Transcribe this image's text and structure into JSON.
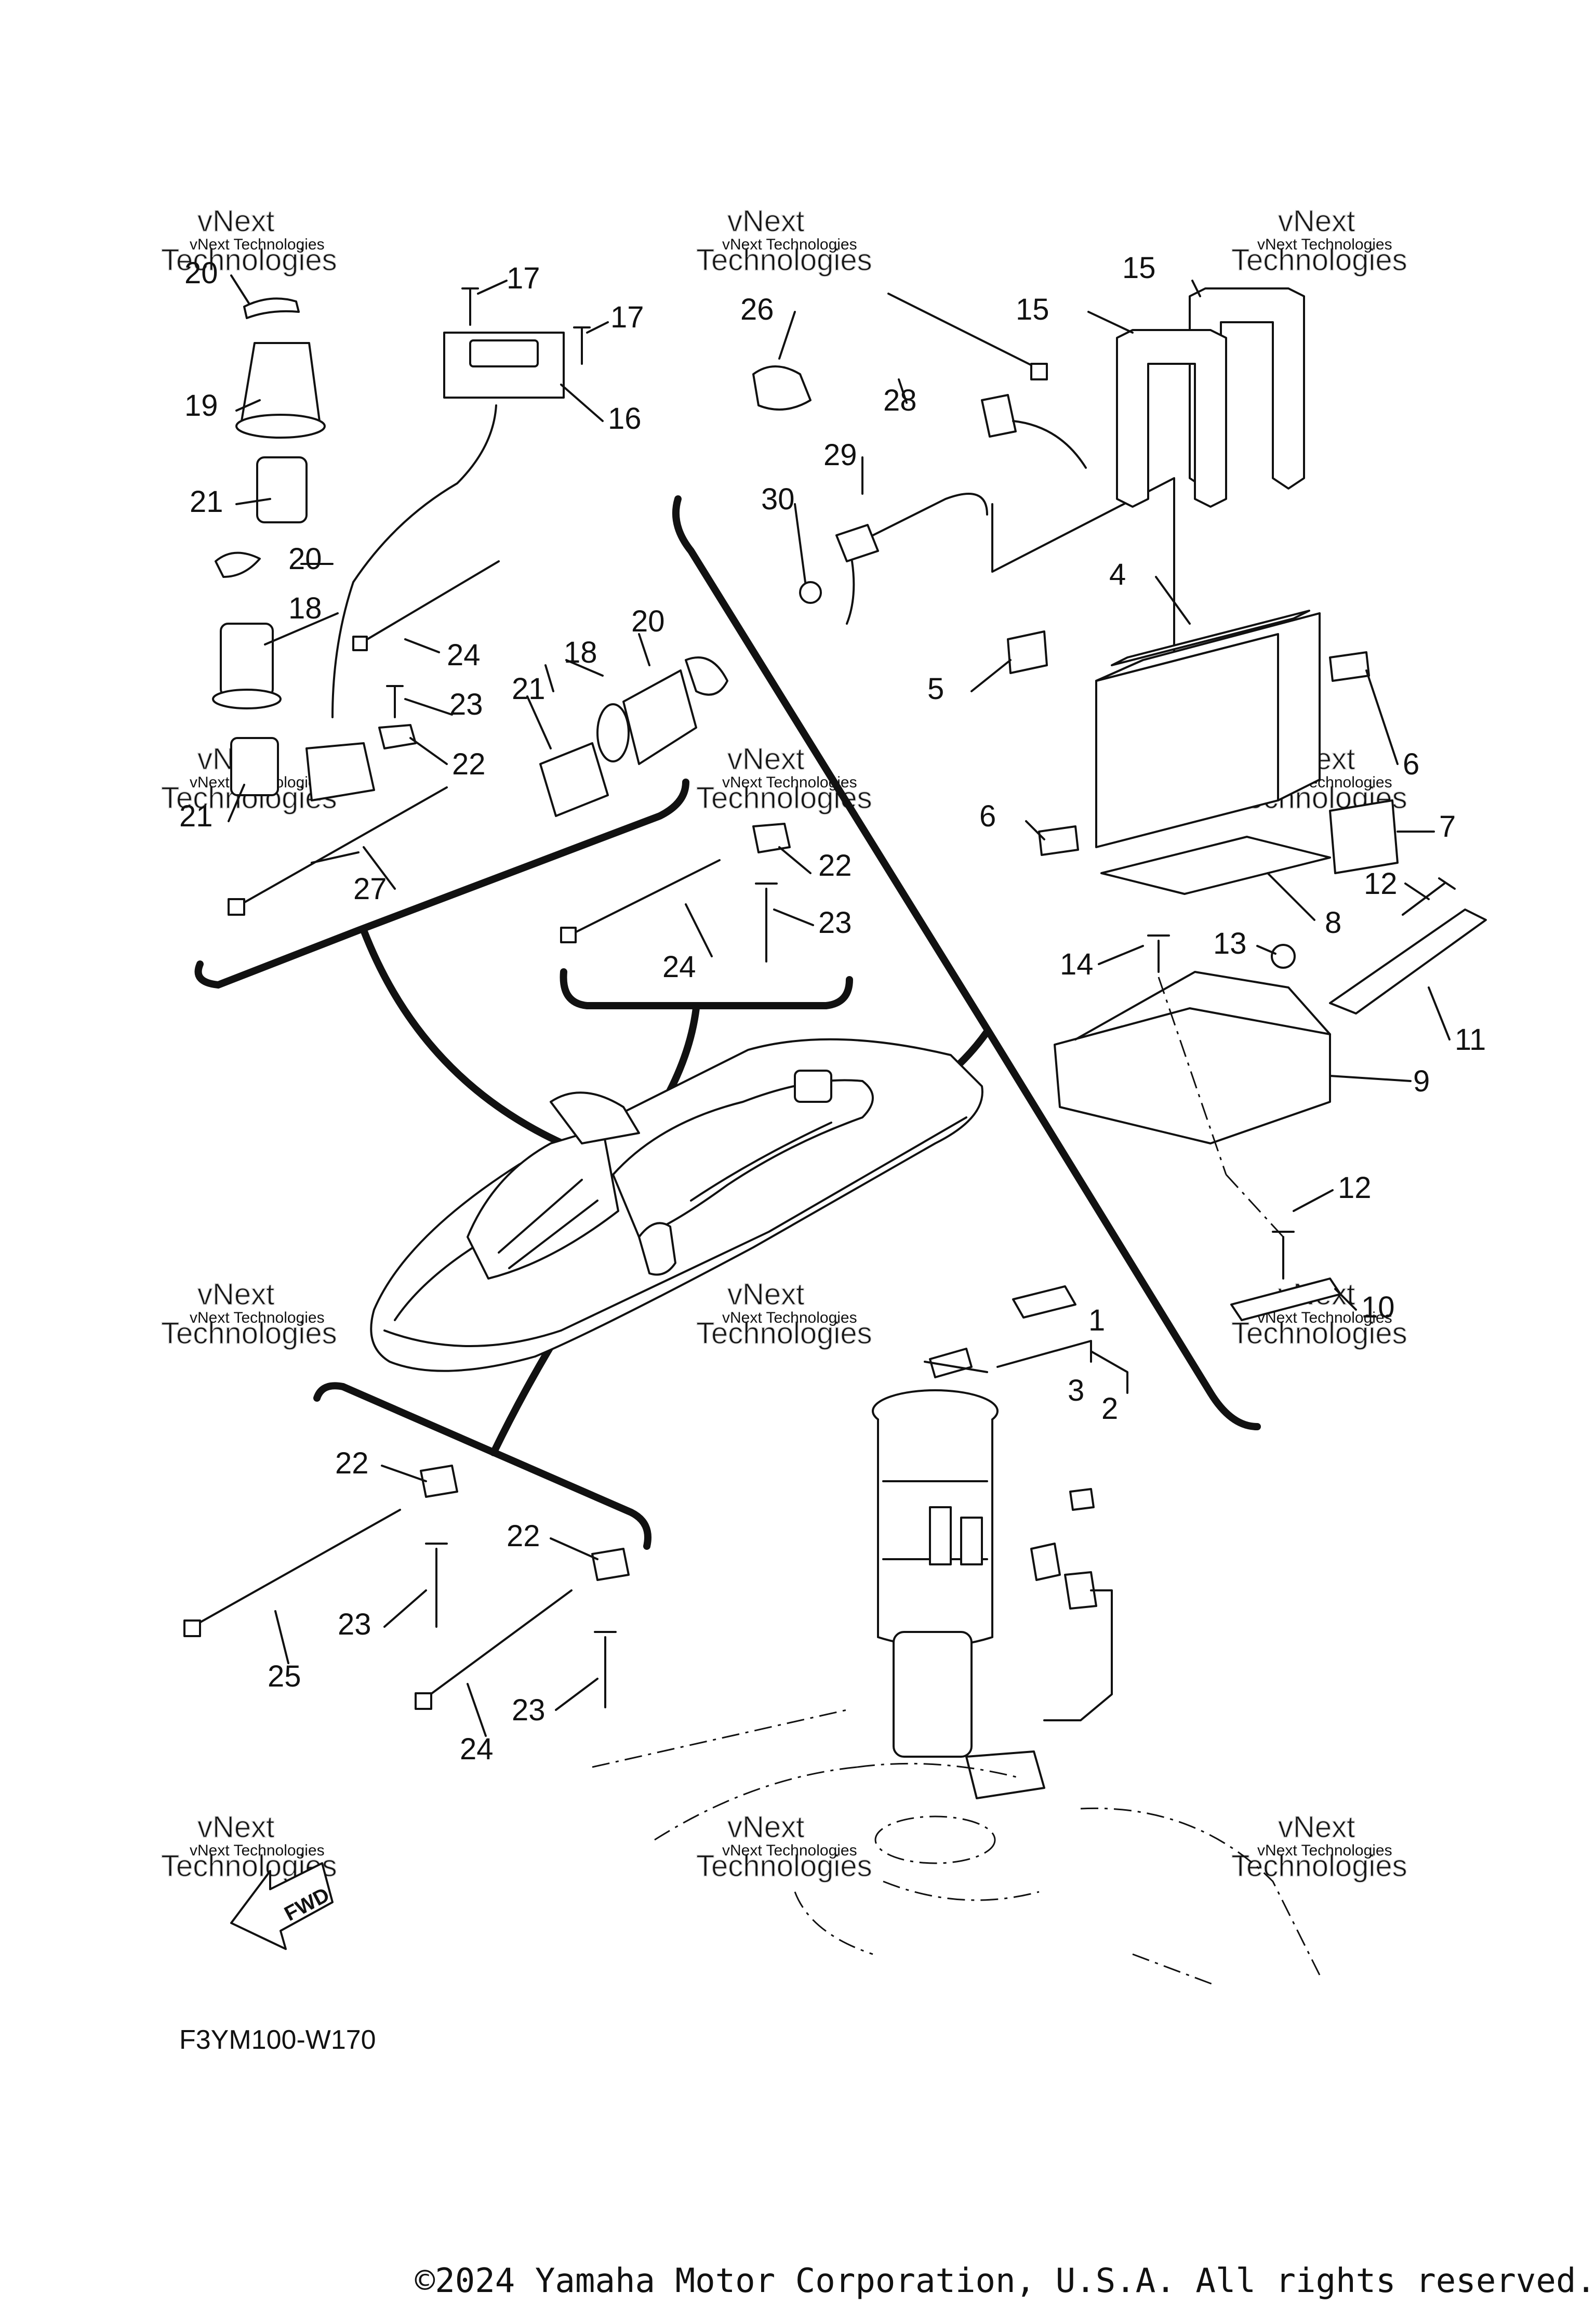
{
  "diagram": {
    "code": "F3YM100-W170",
    "copyright": "©2024 Yamaha Motor Corporation, U.S.A. All rights reserved.",
    "direction_label": "FWD",
    "watermark_line1": "vNext",
    "watermark_line2": "Technologies",
    "watermark_line3": "vNext Technologies",
    "callouts": [
      {
        "num": "20"
      },
      {
        "num": "17"
      },
      {
        "num": "17"
      },
      {
        "num": "19"
      },
      {
        "num": "16"
      },
      {
        "num": "21"
      },
      {
        "num": "20"
      },
      {
        "num": "18"
      },
      {
        "num": "24"
      },
      {
        "num": "23"
      },
      {
        "num": "22"
      },
      {
        "num": "21"
      },
      {
        "num": "27"
      },
      {
        "num": "20"
      },
      {
        "num": "18"
      },
      {
        "num": "21"
      },
      {
        "num": "26"
      },
      {
        "num": "28"
      },
      {
        "num": "29"
      },
      {
        "num": "30"
      },
      {
        "num": "15"
      },
      {
        "num": "15"
      },
      {
        "num": "4"
      },
      {
        "num": "5"
      },
      {
        "num": "6"
      },
      {
        "num": "6"
      },
      {
        "num": "7"
      },
      {
        "num": "8"
      },
      {
        "num": "12"
      },
      {
        "num": "14"
      },
      {
        "num": "13"
      },
      {
        "num": "11"
      },
      {
        "num": "9"
      },
      {
        "num": "12"
      },
      {
        "num": "10"
      },
      {
        "num": "22"
      },
      {
        "num": "23"
      },
      {
        "num": "24"
      },
      {
        "num": "1"
      },
      {
        "num": "3"
      },
      {
        "num": "2"
      },
      {
        "num": "22"
      },
      {
        "num": "22"
      },
      {
        "num": "23"
      },
      {
        "num": "23"
      },
      {
        "num": "25"
      },
      {
        "num": "24"
      }
    ]
  }
}
